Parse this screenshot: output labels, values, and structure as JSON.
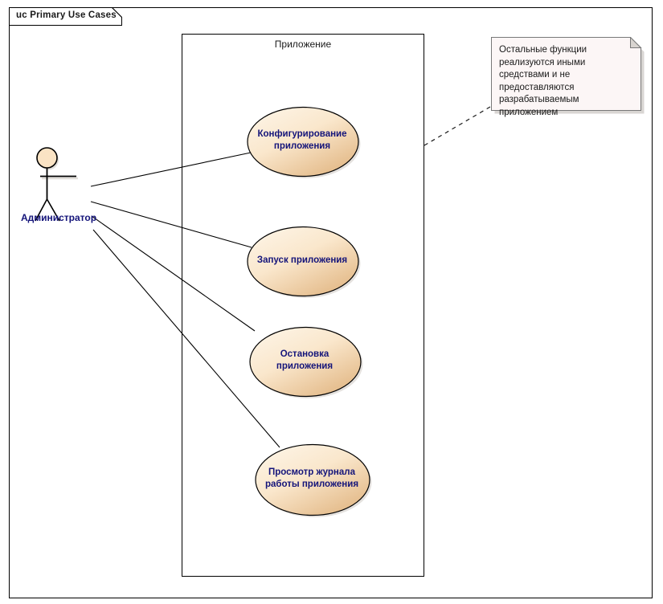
{
  "diagram": {
    "frame_label": "uc Primary Use Cases",
    "boundary_label": "Приложение",
    "type": "uml-use-case-diagram"
  },
  "actor": {
    "name": "Администратор",
    "icon": "stick-figure-actor-icon"
  },
  "use_cases": [
    {
      "id": "configure",
      "label": "Конфигурирование\nприложения"
    },
    {
      "id": "start",
      "label": "Запуск приложения"
    },
    {
      "id": "stop",
      "label": "Остановка\nприложения"
    },
    {
      "id": "view-log",
      "label": "Просмотр журнала\nработы приложения"
    }
  ],
  "note": {
    "text": "Остальные функции реализуются иными средствами и не предоставляются разрабатываемым приложением"
  },
  "colors": {
    "ellipse_fill_light": "#fdf4e6",
    "ellipse_fill_dark": "#e6bd8f",
    "stroke": "#000000",
    "label_text": "#14147a",
    "note_fill": "#fcf6f6",
    "note_stroke": "#787878",
    "frame_stroke": "#000000",
    "background": "#ffffff"
  }
}
